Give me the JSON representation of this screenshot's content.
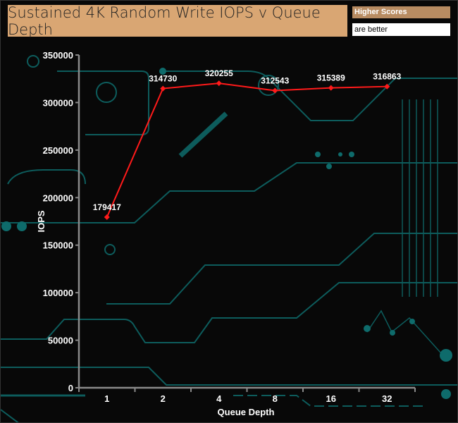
{
  "legend": {
    "line1": "Higher Scores",
    "line2": "are better"
  },
  "colors": {
    "series": "#ff1a1a",
    "axis": "#8a8a8a",
    "circuit": "#0e6b6b",
    "title_bg": "#d9a673"
  },
  "chart_data": {
    "type": "line",
    "title": "Sustained 4K Random Write IOPS v Queue Depth",
    "xlabel": "Queue Depth",
    "ylabel": "IOPS",
    "categories": [
      "1",
      "2",
      "4",
      "8",
      "16",
      "32"
    ],
    "series": [
      {
        "name": "IOPS",
        "values": [
          179417,
          314730,
          320255,
          312543,
          315389,
          316863
        ]
      }
    ],
    "ylim": [
      0,
      350000
    ],
    "yticks": [
      0,
      50000,
      100000,
      150000,
      200000,
      250000,
      300000,
      350000
    ],
    "grid": false,
    "data_labels": true
  }
}
